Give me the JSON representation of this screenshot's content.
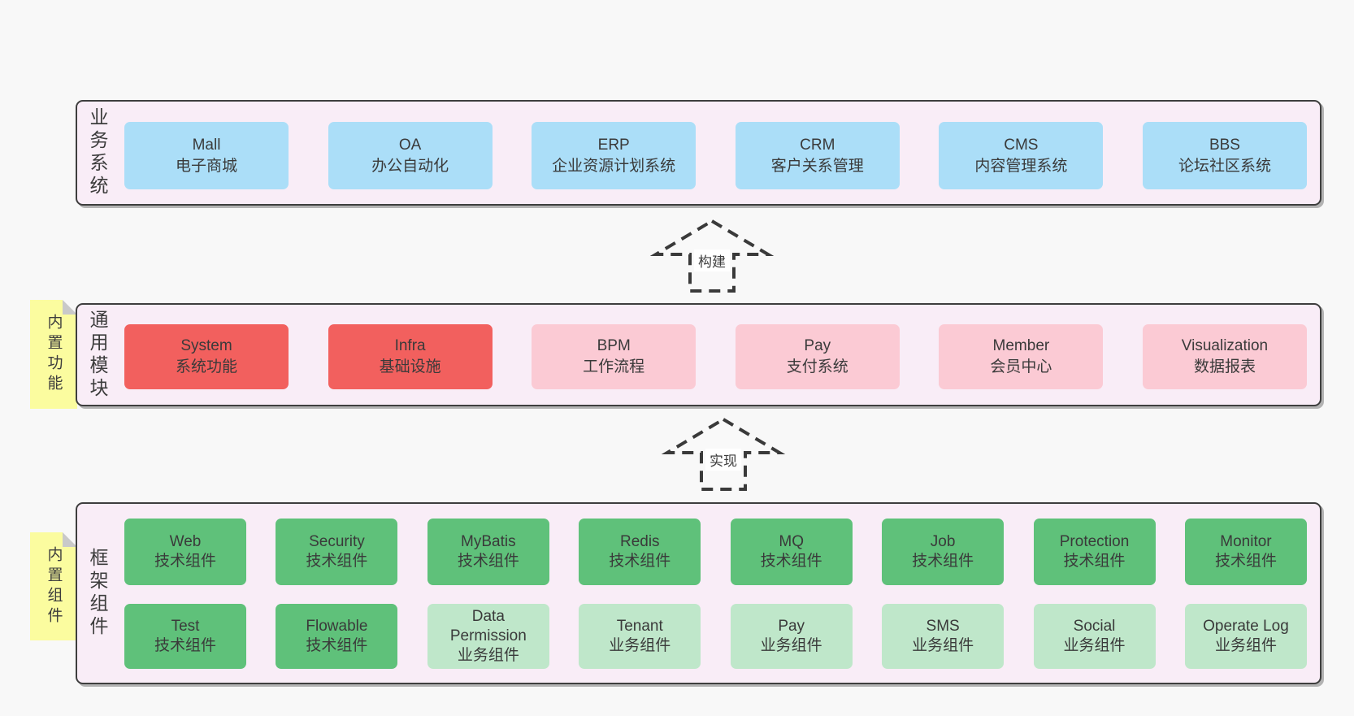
{
  "arrows": [
    {
      "label": "构建"
    },
    {
      "label": "实现"
    }
  ],
  "notes": [
    {
      "text": "内置功能"
    },
    {
      "text": "内置组件"
    }
  ],
  "colors": {
    "page_bg": "#f8f8f8",
    "layer_bg": "#f9edf7",
    "layer_border": "#3e3e3e",
    "business_box": "#abdef8",
    "module_core_box": "#f2605e",
    "module_box": "#fbcad4",
    "tech_component_box": "#5fc17a",
    "biz_component_box": "#bfe7ca",
    "note_bg": "#fbfc9f"
  },
  "layers": {
    "business": {
      "label": "业务系统",
      "boxes": [
        {
          "name": "Mall",
          "subtitle": "电子商城"
        },
        {
          "name": "OA",
          "subtitle": "办公自动化"
        },
        {
          "name": "ERP",
          "subtitle": "企业资源计划系统"
        },
        {
          "name": "CRM",
          "subtitle": "客户关系管理"
        },
        {
          "name": "CMS",
          "subtitle": "内容管理系统"
        },
        {
          "name": "BBS",
          "subtitle": "论坛社区系统"
        }
      ]
    },
    "modules": {
      "label": "通用模块",
      "boxes": [
        {
          "name": "System",
          "subtitle": "系统功能"
        },
        {
          "name": "Infra",
          "subtitle": "基础设施"
        },
        {
          "name": "BPM",
          "subtitle": "工作流程"
        },
        {
          "name": "Pay",
          "subtitle": "支付系统"
        },
        {
          "name": "Member",
          "subtitle": "会员中心"
        },
        {
          "name": "Visualization",
          "subtitle": "数据报表"
        }
      ]
    },
    "components": {
      "label": "框架组件",
      "rows": [
        [
          {
            "name": "Web",
            "subtitle": "技术组件"
          },
          {
            "name": "Security",
            "subtitle": "技术组件"
          },
          {
            "name": "MyBatis",
            "subtitle": "技术组件"
          },
          {
            "name": "Redis",
            "subtitle": "技术组件"
          },
          {
            "name": "MQ",
            "subtitle": "技术组件"
          },
          {
            "name": "Job",
            "subtitle": "技术组件"
          },
          {
            "name": "Protection",
            "subtitle": "技术组件"
          },
          {
            "name": "Monitor",
            "subtitle": "技术组件"
          }
        ],
        [
          {
            "name": "Test",
            "subtitle": "技术组件"
          },
          {
            "name": "Flowable",
            "subtitle": "技术组件"
          },
          {
            "name": "Data Permission",
            "subtitle": "业务组件"
          },
          {
            "name": "Tenant",
            "subtitle": "业务组件"
          },
          {
            "name": "Pay",
            "subtitle": "业务组件"
          },
          {
            "name": "SMS",
            "subtitle": "业务组件"
          },
          {
            "name": "Social",
            "subtitle": "业务组件"
          },
          {
            "name": "Operate Log",
            "subtitle": "业务组件"
          }
        ]
      ]
    }
  }
}
